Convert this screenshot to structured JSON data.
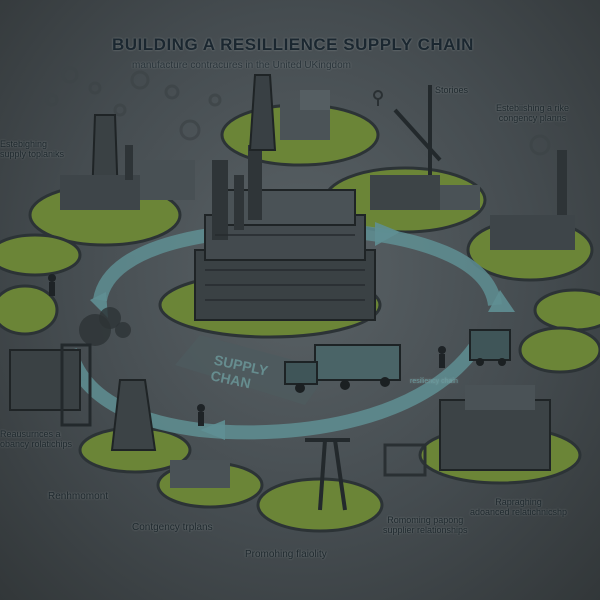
{
  "header": {
    "title": "BUILDING A RESILLIENCE  SUPPLY CHAIN",
    "subtitle": "manufacture contracures in the United UKingdom"
  },
  "labels": {
    "stories": "Storioes",
    "establishing_top_right": "Estebiishing a rike\ncongency planns",
    "establishing_left": "Estebighing\nsupply toplaniks",
    "reassurances_left": "Reausurnces a\nobancy rolatichips",
    "renhmomont": "Renhmomont",
    "contingency": "Contgency trplans",
    "promoting": "Promohing flaiolity",
    "reprographing": "Rapraghing\nadoanced relatichnicshp",
    "romoming": "Romoming papong\nsupplier relationships",
    "supply_road": "SUPPLY\nCHAN",
    "road_small": "resiliency chain"
  },
  "colors": {
    "arrow": "#5f8f93",
    "grass": "#6f8a3a",
    "building": "#3b4245",
    "dark": "#23292c"
  }
}
